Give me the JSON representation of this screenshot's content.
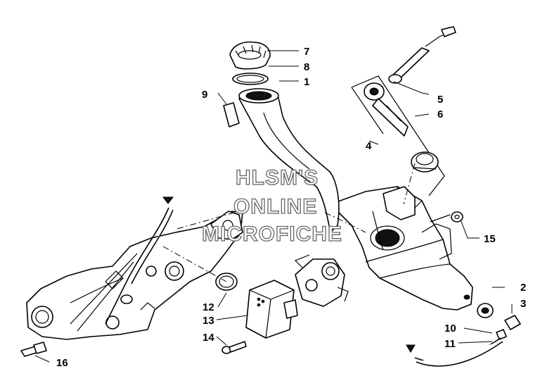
{
  "watermark": {
    "line1": "HLSM'S",
    "line2": "ONLINE",
    "line3": "MICROFICHE"
  },
  "callouts": [
    "1",
    "2",
    "3",
    "4",
    "5",
    "6",
    "7",
    "8",
    "9",
    "10",
    "11",
    "12",
    "13",
    "14",
    "15",
    "16"
  ]
}
